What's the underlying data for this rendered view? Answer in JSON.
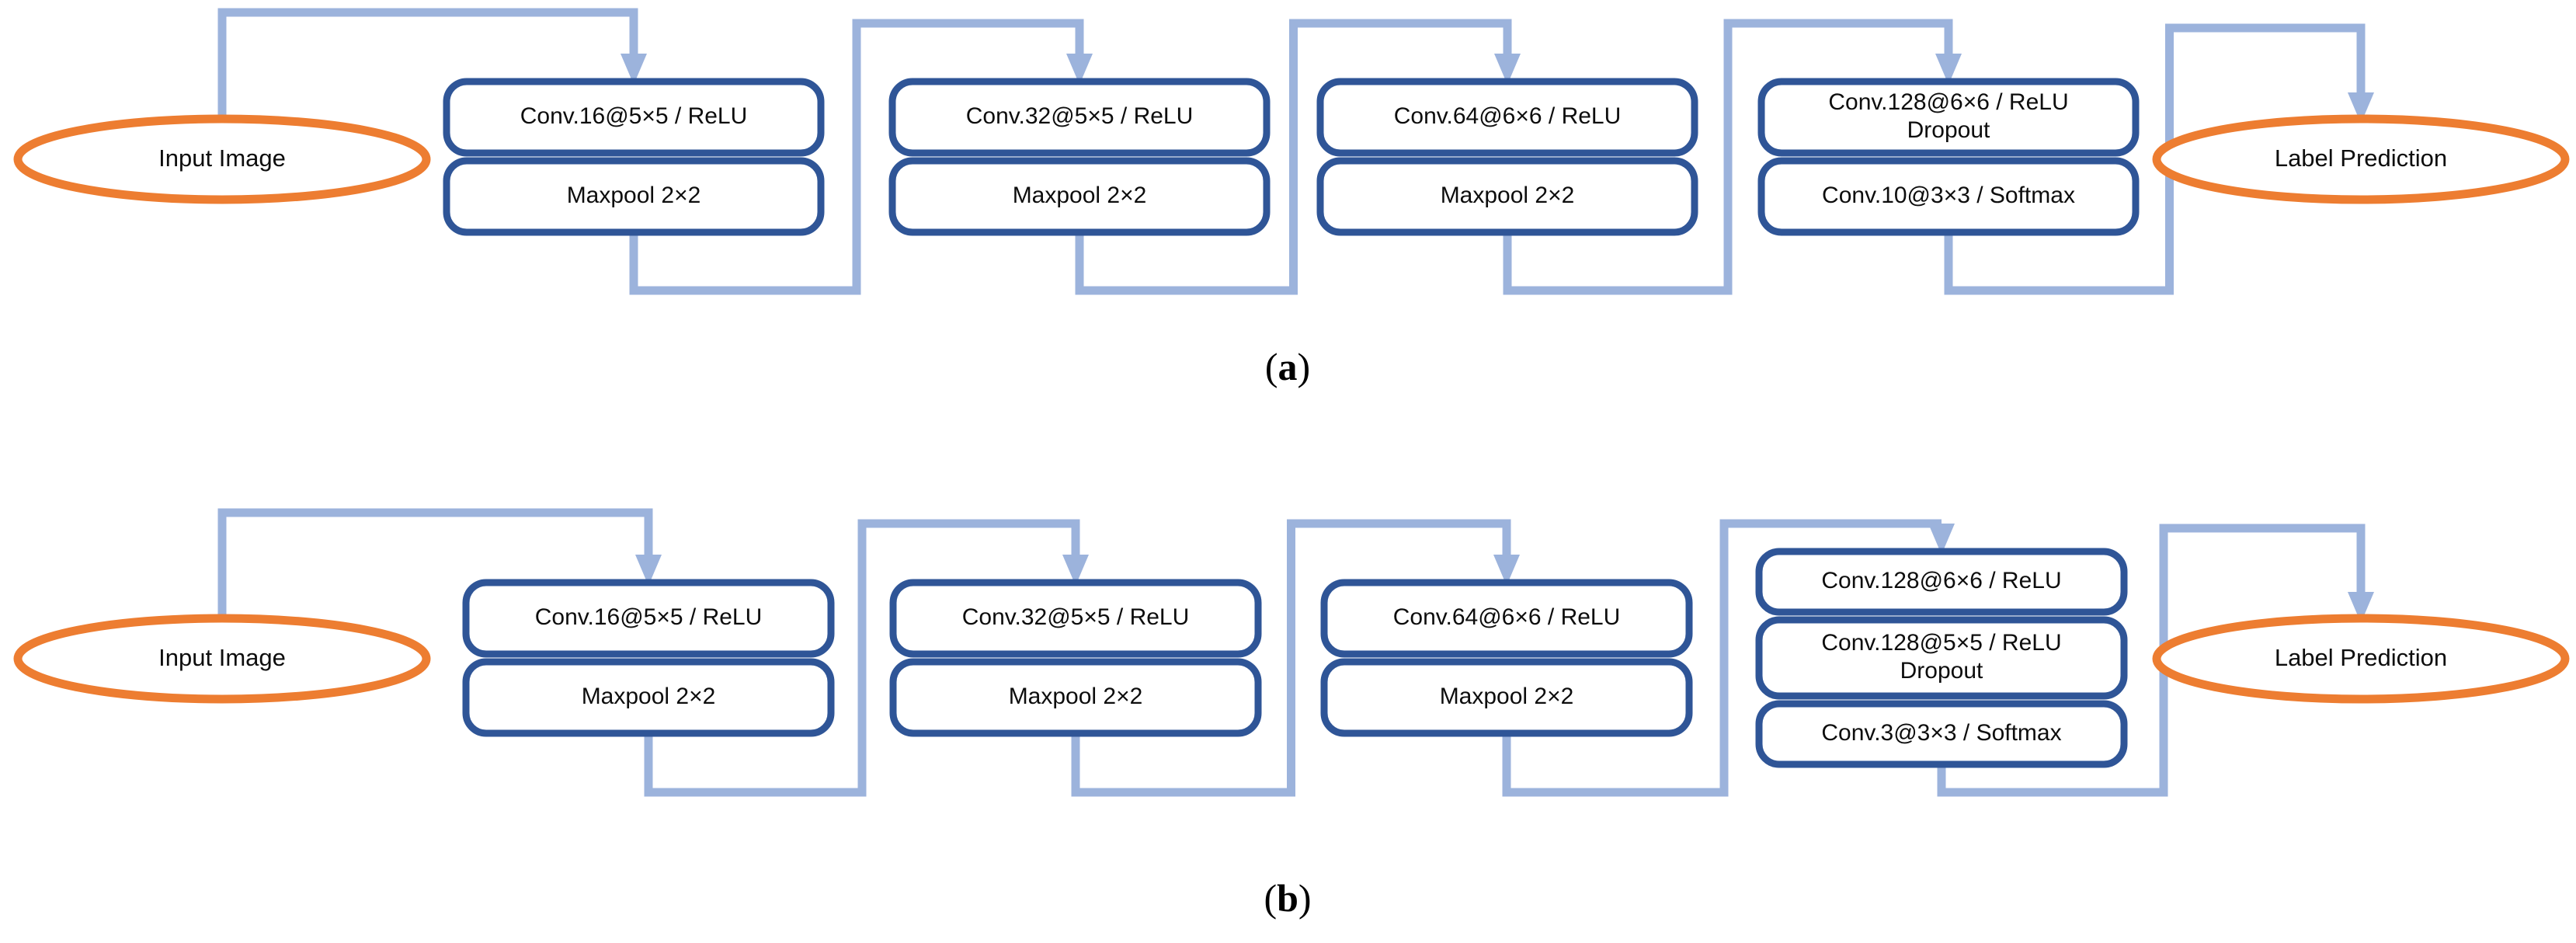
{
  "figure": {
    "title": "CNN architecture diagrams",
    "colors": {
      "block_border": "#2F5597",
      "connector": "#9CB3DC",
      "ellipse_border": "#ED7D31",
      "text": "#0D0D0D",
      "background": "#FFFFFF"
    }
  },
  "panels": [
    {
      "id": "panel-a",
      "caption_open": "(",
      "caption_letter": "a",
      "caption_close": ")",
      "caption": "(a)",
      "input_node": {
        "label": "Input Image",
        "shape": "ellipse"
      },
      "output_node": {
        "label": "Label Prediction",
        "shape": "ellipse"
      },
      "blocks": [
        {
          "id": "a-block-1",
          "rows": [
            {
              "lines": [
                "Conv.16@5×5 / ReLU"
              ]
            },
            {
              "lines": [
                "Maxpool 2×2"
              ]
            }
          ]
        },
        {
          "id": "a-block-2",
          "rows": [
            {
              "lines": [
                "Conv.32@5×5 / ReLU"
              ]
            },
            {
              "lines": [
                "Maxpool 2×2"
              ]
            }
          ]
        },
        {
          "id": "a-block-3",
          "rows": [
            {
              "lines": [
                "Conv.64@6×6 / ReLU"
              ]
            },
            {
              "lines": [
                "Maxpool 2×2"
              ]
            }
          ]
        },
        {
          "id": "a-block-4",
          "rows": [
            {
              "lines": [
                "Conv.128@6×6 / ReLU",
                "Dropout"
              ]
            },
            {
              "lines": [
                "Conv.10@3×3 / Softmax"
              ]
            }
          ]
        }
      ]
    },
    {
      "id": "panel-b",
      "caption_open": "(",
      "caption_letter": "b",
      "caption_close": ")",
      "caption": "(b)",
      "input_node": {
        "label": "Input Image",
        "shape": "ellipse"
      },
      "output_node": {
        "label": "Label Prediction",
        "shape": "ellipse"
      },
      "blocks": [
        {
          "id": "b-block-1",
          "rows": [
            {
              "lines": [
                "Conv.16@5×5 / ReLU"
              ]
            },
            {
              "lines": [
                "Maxpool 2×2"
              ]
            }
          ]
        },
        {
          "id": "b-block-2",
          "rows": [
            {
              "lines": [
                "Conv.32@5×5 / ReLU"
              ]
            },
            {
              "lines": [
                "Maxpool 2×2"
              ]
            }
          ]
        },
        {
          "id": "b-block-3",
          "rows": [
            {
              "lines": [
                "Conv.64@6×6 / ReLU"
              ]
            },
            {
              "lines": [
                "Maxpool 2×2"
              ]
            }
          ]
        },
        {
          "id": "b-block-4",
          "rows": [
            {
              "lines": [
                "Conv.128@6×6 / ReLU"
              ]
            },
            {
              "lines": [
                "Conv.128@5×5 / ReLU",
                "Dropout"
              ]
            },
            {
              "lines": [
                "Conv.3@3×3 / Softmax"
              ]
            }
          ]
        }
      ]
    }
  ]
}
